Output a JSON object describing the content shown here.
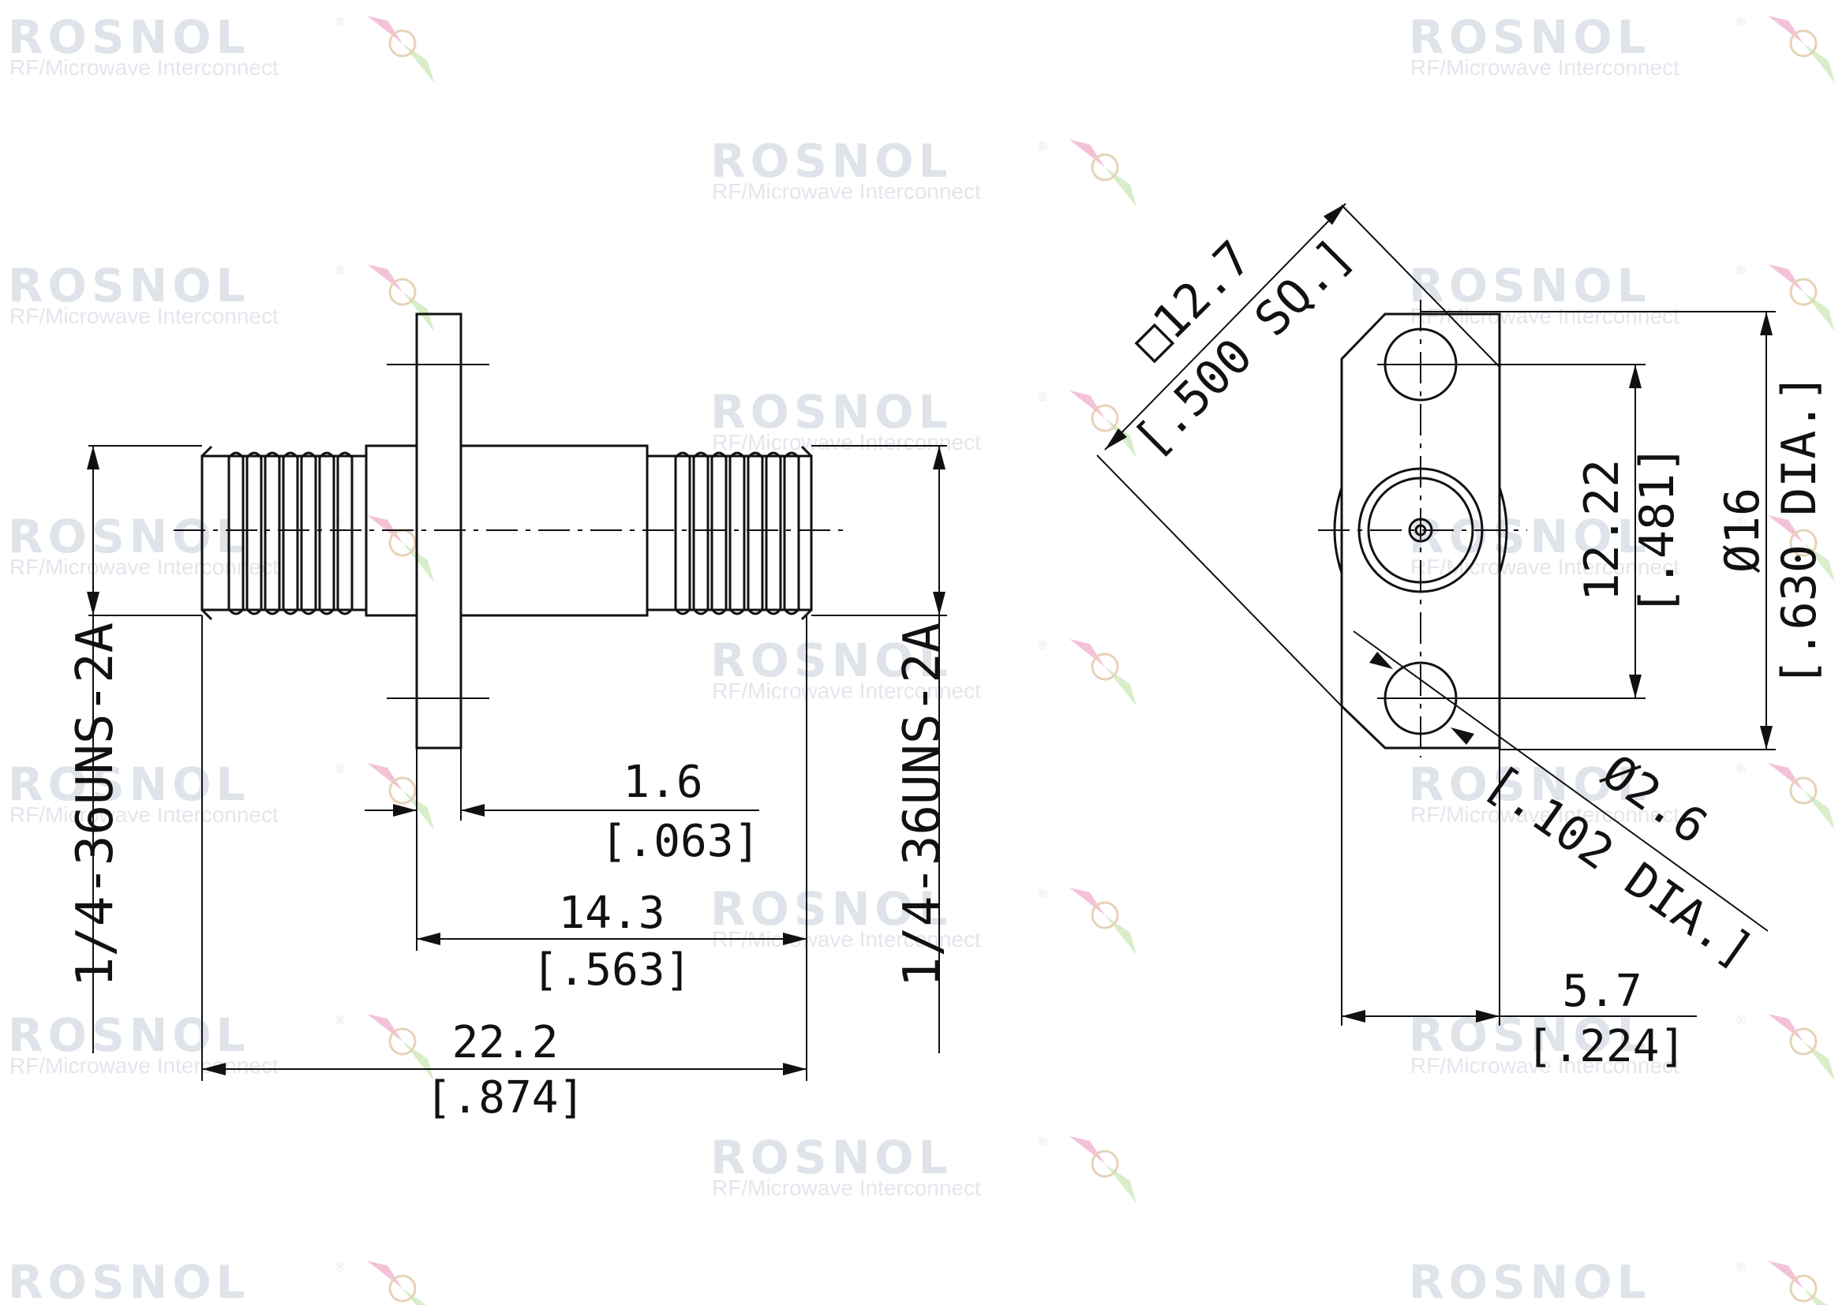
{
  "watermark": {
    "brand": "ROSNOL",
    "registered": "®",
    "tagline": "RF/Microwave Interconnect",
    "colors": {
      "text": "#dfe3ea",
      "star": [
        "#9ec8f0",
        "#f0c3a8",
        "#c8e6b0",
        "#f0a8c8"
      ]
    }
  },
  "dimensions": {
    "thread_left": "1/4-36UNS-2A",
    "thread_right": "1/4-36UNS-2A",
    "flange_thickness": {
      "mm": "1.6",
      "inch": "[.063]"
    },
    "flange_to_end": {
      "mm": "14.3",
      "inch": "[.563]"
    },
    "overall_length": {
      "mm": "22.2",
      "inch": "[.874]"
    },
    "flange_square": {
      "mm": "□12.7",
      "inch": "[.500 SQ.]"
    },
    "hole_spacing": {
      "mm": "12.22",
      "inch": "[.481]"
    },
    "flange_diameter": {
      "mm": "Ø16",
      "inch": "[.630 DIA.]"
    },
    "hole_diameter": {
      "mm": "Ø2.6",
      "inch": "[.102 DIA.]"
    },
    "flange_width": {
      "mm": "5.7",
      "inch": "[.224]"
    }
  }
}
